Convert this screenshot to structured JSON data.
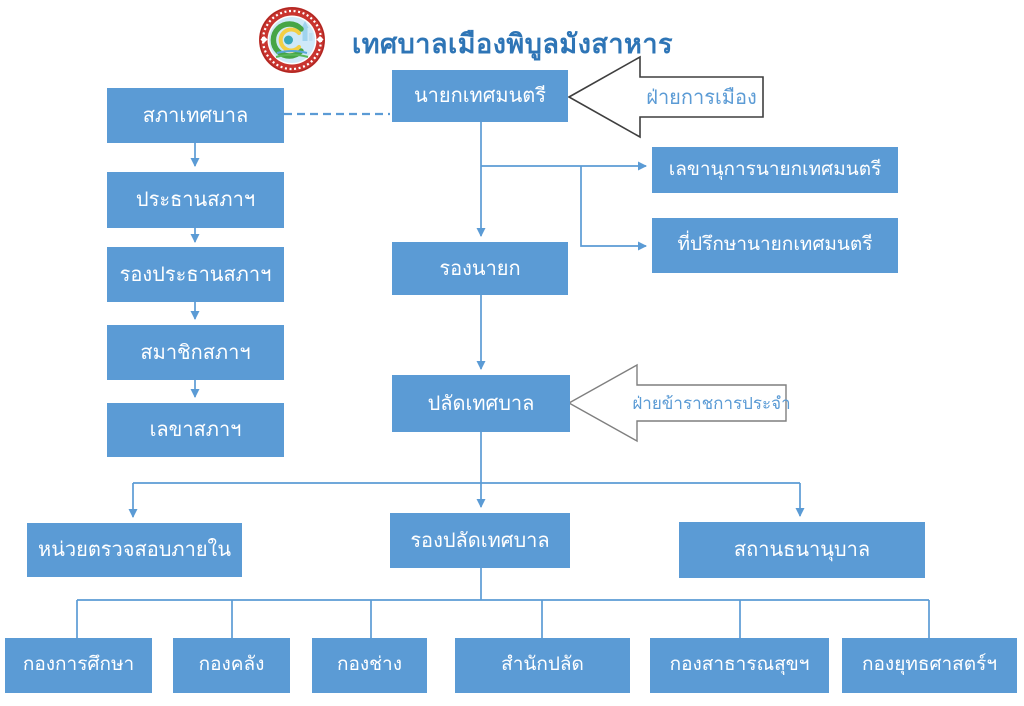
{
  "title": "เทศบาลเมืองพิบูลมังสาหาร",
  "callouts": {
    "political": "ฝ่ายการเมือง",
    "civil_service": "ฝ่ายข้าราชการประจำ"
  },
  "nodes": {
    "council": "สภาเทศบาล",
    "council_chairman": "ประธานสภาฯ",
    "council_vice_chairman": "รองประธานสภาฯ",
    "council_members": "สมาชิกสภาฯ",
    "council_secretary": "เลขาสภาฯ",
    "mayor": "นายกเทศมนตรี",
    "mayor_secretary": "เลขานุการนายกเทศมนตรี",
    "mayor_advisor": "ที่ปรึกษานายกเทศมนตรี",
    "deputy_mayor": "รองนายก",
    "municipal_clerk": "ปลัดเทศบาล",
    "internal_audit": "หน่วยตรวจสอบภายใน",
    "deputy_clerk": "รองปลัดเทศบาล",
    "pawnshop": "สถานธนานุบาล",
    "education_division": "กองการศึกษา",
    "finance_division": "กองคลัง",
    "engineering_division": "กองช่าง",
    "clerk_office": "สำนักปลัด",
    "public_health_division": "กองสาธารณสุขฯ",
    "strategy_division": "กองยุทธศาสตร์ฯ"
  },
  "edges": [
    {
      "from": "council",
      "to": "mayor",
      "style": "dashed"
    },
    {
      "from": "council",
      "to": "council_chairman"
    },
    {
      "from": "council_chairman",
      "to": "council_vice_chairman"
    },
    {
      "from": "council_vice_chairman",
      "to": "council_members"
    },
    {
      "from": "council_members",
      "to": "council_secretary"
    },
    {
      "from": "mayor",
      "to": "mayor_secretary"
    },
    {
      "from": "mayor",
      "to": "mayor_advisor"
    },
    {
      "from": "mayor",
      "to": "deputy_mayor"
    },
    {
      "from": "deputy_mayor",
      "to": "municipal_clerk"
    },
    {
      "from": "municipal_clerk",
      "to": "internal_audit"
    },
    {
      "from": "municipal_clerk",
      "to": "deputy_clerk"
    },
    {
      "from": "municipal_clerk",
      "to": "pawnshop"
    },
    {
      "from": "deputy_clerk",
      "to": "education_division"
    },
    {
      "from": "deputy_clerk",
      "to": "finance_division"
    },
    {
      "from": "deputy_clerk",
      "to": "engineering_division"
    },
    {
      "from": "deputy_clerk",
      "to": "clerk_office"
    },
    {
      "from": "deputy_clerk",
      "to": "public_health_division"
    },
    {
      "from": "deputy_clerk",
      "to": "strategy_division"
    }
  ],
  "colors": {
    "node_fill": "#5B9BD5",
    "node_text": "#FFFFFF",
    "connector": "#5B9BD5",
    "title_text": "#2E75B6",
    "callout_text": "#5B9BD5",
    "callout_border_political": "#3F3F3F",
    "callout_border_civil": "#7F7F7F",
    "seal_red": "#C9342F",
    "background": "#FFFFFF"
  }
}
